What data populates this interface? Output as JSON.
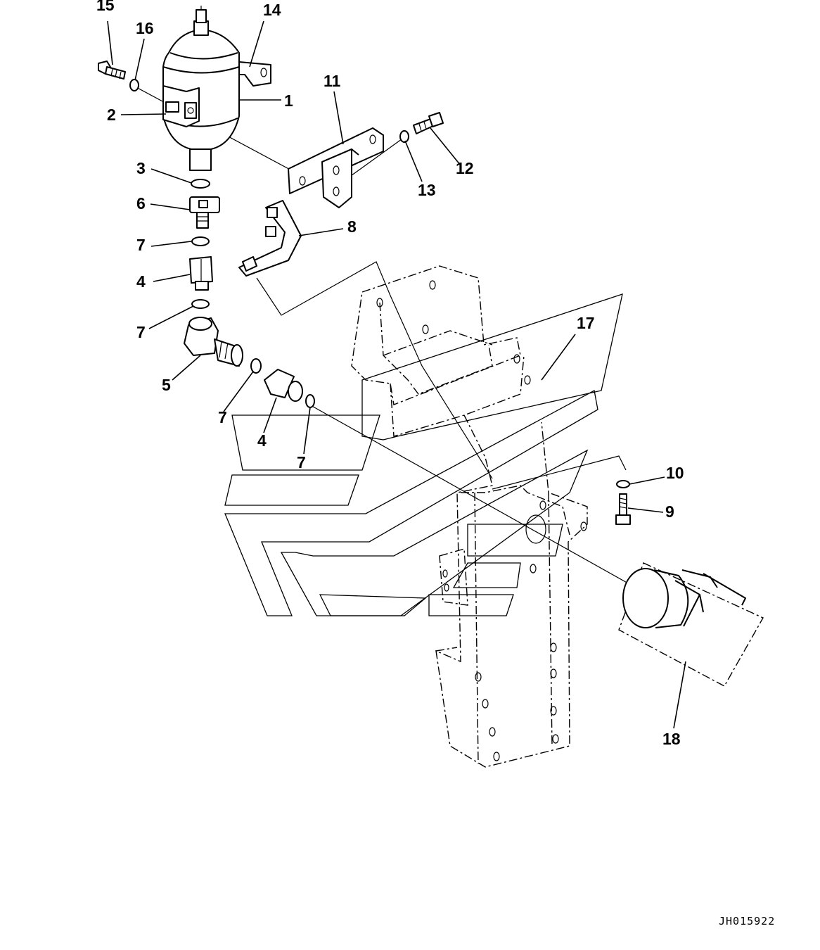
{
  "callouts": [
    {
      "id": "c1",
      "label": "1"
    },
    {
      "id": "c2",
      "label": "2"
    },
    {
      "id": "c3",
      "label": "3"
    },
    {
      "id": "c4a",
      "label": "4"
    },
    {
      "id": "c4b",
      "label": "4"
    },
    {
      "id": "c5",
      "label": "5"
    },
    {
      "id": "c6",
      "label": "6"
    },
    {
      "id": "c7a",
      "label": "7"
    },
    {
      "id": "c7b",
      "label": "7"
    },
    {
      "id": "c7c",
      "label": "7"
    },
    {
      "id": "c7d",
      "label": "7"
    },
    {
      "id": "c8",
      "label": "8"
    },
    {
      "id": "c9",
      "label": "9"
    },
    {
      "id": "c10",
      "label": "10"
    },
    {
      "id": "c11",
      "label": "11"
    },
    {
      "id": "c12",
      "label": "12"
    },
    {
      "id": "c13",
      "label": "13"
    },
    {
      "id": "c14",
      "label": "14"
    },
    {
      "id": "c15",
      "label": "15"
    },
    {
      "id": "c16",
      "label": "16"
    },
    {
      "id": "c17",
      "label": "17"
    },
    {
      "id": "c18",
      "label": "18"
    }
  ],
  "drawing_code": "JH015922"
}
